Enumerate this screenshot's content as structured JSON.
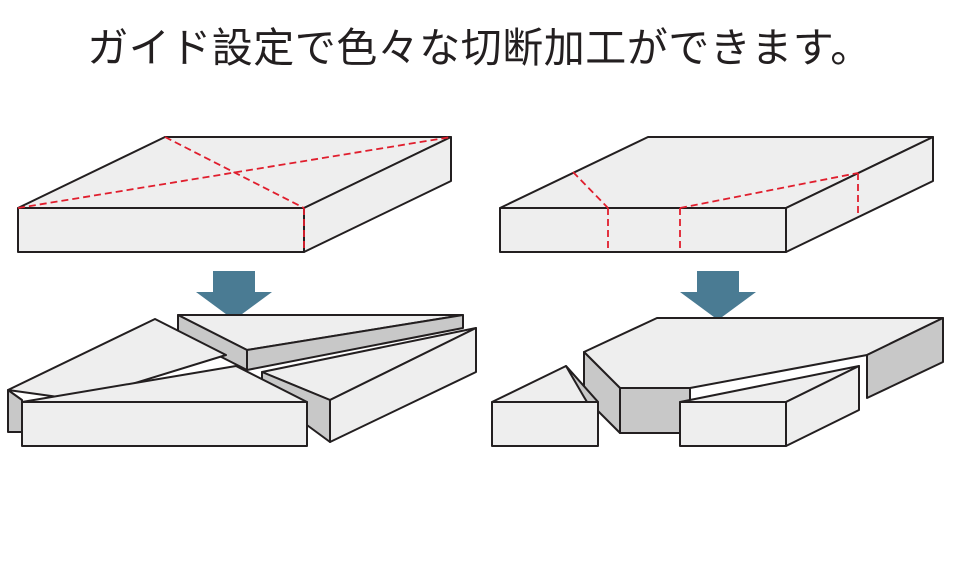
{
  "heading": "ガイド設定で色々な切断加工ができます。",
  "colors": {
    "top_face": "#eeeeee",
    "side_face": "#c8c8c8",
    "outline": "#231f20",
    "guide_line": "#e01e2d",
    "arrow": "#4a7b93",
    "background": "#ffffff"
  },
  "illustrations": [
    {
      "name": "diagonal-cut",
      "before": "board with crossing diagonal guide lines",
      "after": "four triangular pieces"
    },
    {
      "name": "polygon-cut",
      "before": "board with angled guide lines near one edge",
      "after": "hexagonal piece with two small pieces"
    }
  ]
}
